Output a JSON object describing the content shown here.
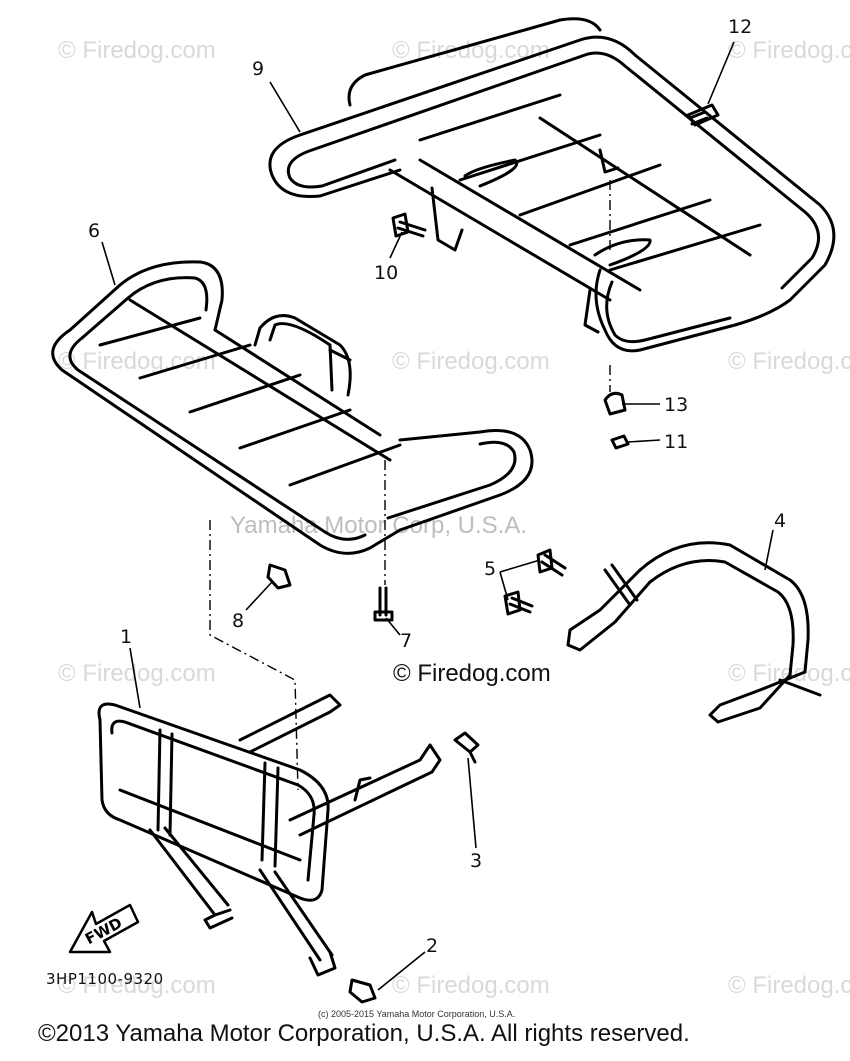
{
  "watermarks": {
    "text": "© Firedog.com",
    "ghost": "Yamaha Motor Corp, U.S.A."
  },
  "firedog_main": "© Firedog.com",
  "callouts": [
    "1",
    "2",
    "3",
    "4",
    "5",
    "6",
    "7",
    "8",
    "9",
    "10",
    "11",
    "12",
    "13"
  ],
  "fwd_label": "FWD",
  "part_code": "3HP1100-9320",
  "small_copyright": "(c) 2005-2015 Yamaha Motor Corporation, U.S.A.",
  "copyright": "©2013 Yamaha Motor Corporation, U.S.A. All rights reserved."
}
